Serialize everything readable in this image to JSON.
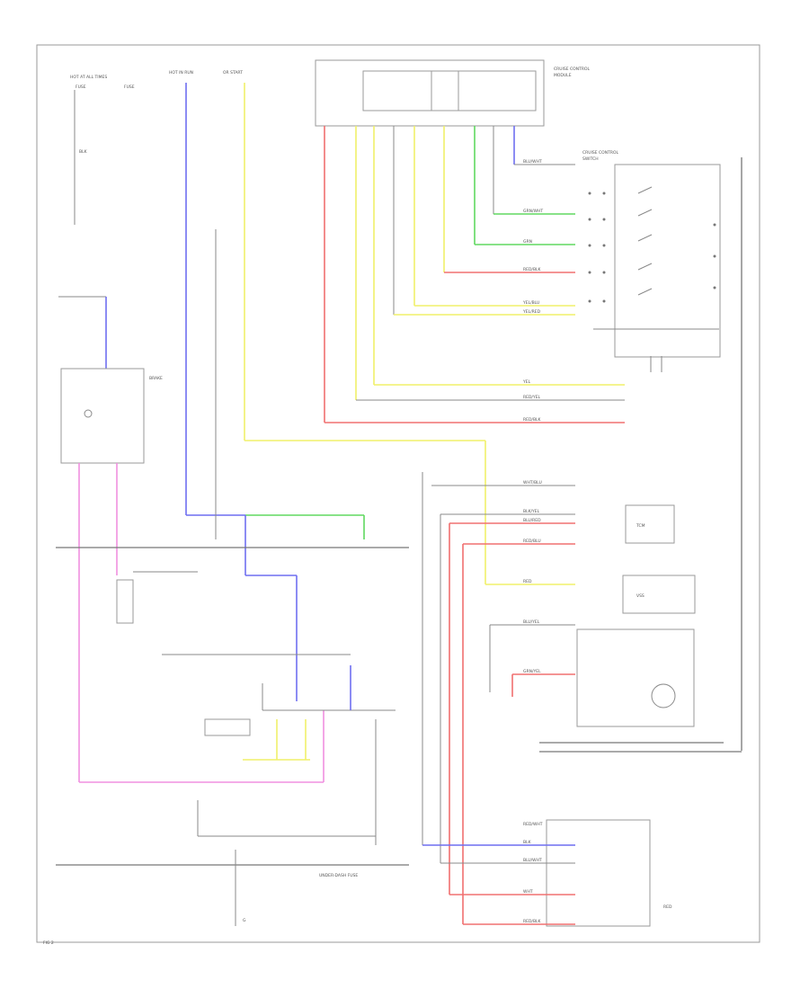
{
  "colors": {
    "blue": "#6f6ff0",
    "yellow": "#f0f06a",
    "red": "#f07070",
    "green": "#60d860",
    "pink": "#f090e0",
    "black": "#8a8a8a",
    "white": "#d8d8d8"
  },
  "labels": {
    "top_fuse_hot": "HOT AT ALL TIMES",
    "top_fuse_a": "FUSE",
    "top_fuse_b": "FUSE",
    "top_ign": "HOT IN RUN",
    "top_ign_sub": "OR START",
    "module_title": "CRUISE CONTROL",
    "module_sub": "MODULE",
    "switch_title": "CRUISE CONTROL",
    "switch_sub": "SWITCH",
    "brake_sw": "BRAKE",
    "under_dash": "UNDER-DASH FUSE",
    "tcm": "TCM",
    "vss": "VSS",
    "ground": "G",
    "left_blk": "BLK",
    "pin1": "BLU/WHT",
    "pin2": "GRN/WHT",
    "pin3": "GRN",
    "pin4": "RED/BLK",
    "pin5": "YEL/BLU",
    "pin6": "YEL/RED",
    "pin7": "YEL",
    "pin8": "RED/YEL",
    "pin9": "RED/BLK",
    "pin10": "WHT/BLU",
    "pin11": "BLK/YEL",
    "pin12": "BLU/RED",
    "pin13": "RED/BLU",
    "pin14": "RED",
    "pin15": "BLU/YEL",
    "pin16": "GRN/YEL",
    "pin17": "RED/WHT",
    "pin18": "BLK",
    "pin19": "BLU/WHT",
    "pin20": "WHT",
    "pin21": "RED/BLK",
    "pin22": "RED",
    "footer": "FIG 2"
  }
}
